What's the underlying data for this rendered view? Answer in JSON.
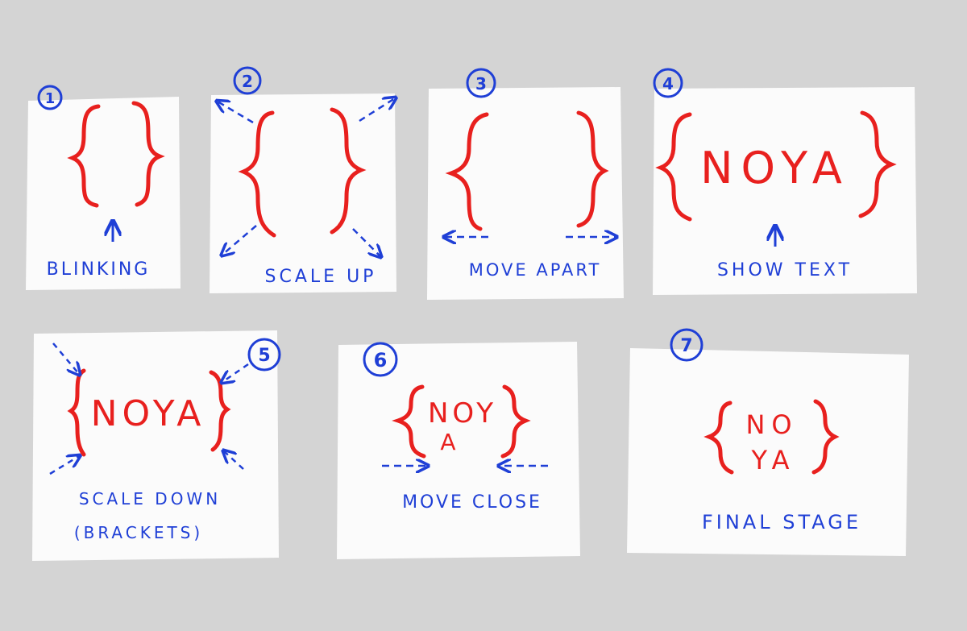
{
  "panels": [
    {
      "number": "1",
      "caption": [
        "BLINKING"
      ],
      "text": []
    },
    {
      "number": "2",
      "caption": [
        "SCALE UP"
      ],
      "text": []
    },
    {
      "number": "3",
      "caption": [
        "MOVE APART"
      ],
      "text": []
    },
    {
      "number": "4",
      "caption": [
        "SHOW TEXT"
      ],
      "text": [
        "NOYA"
      ]
    },
    {
      "number": "5",
      "caption": [
        "SCALE DOWN",
        "(BRACKETS)"
      ],
      "text": [
        "NOYA"
      ]
    },
    {
      "number": "6",
      "caption": [
        "MOVE CLOSE"
      ],
      "text": [
        "NOY",
        "A"
      ]
    },
    {
      "number": "7",
      "caption": [
        "FINAL STAGE"
      ],
      "text": [
        "NO",
        "YA"
      ]
    }
  ],
  "colors": {
    "background": "#d4d4d4",
    "card": "#fbfbfb",
    "ink_blue": "#1f3fd6",
    "bracket_red": "#e8201e"
  }
}
